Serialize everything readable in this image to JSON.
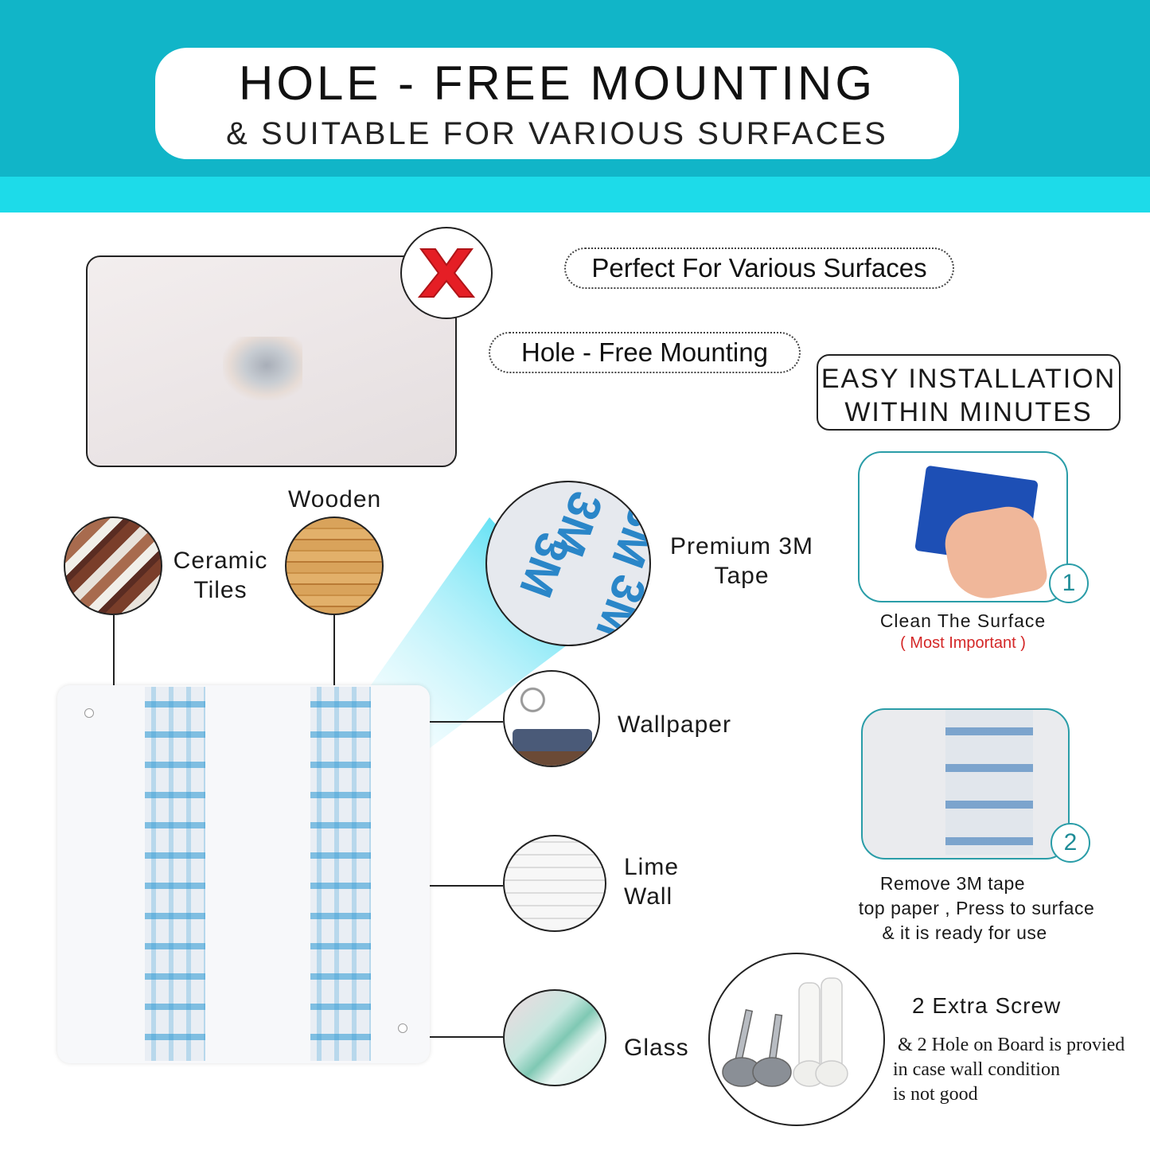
{
  "header": {
    "title": "HOLE - FREE MOUNTING",
    "subtitle": "& SUITABLE FOR VARIOUS SURFACES"
  },
  "badges": {
    "perfect_surfaces": "Perfect For Various Surfaces",
    "hole_free": "Hole - Free Mounting",
    "easy_install_line1": "EASY  INSTALLATION",
    "easy_install_line2": "WITHIN  MINUTES"
  },
  "surfaces": {
    "ceramic_line1": "Ceramic",
    "ceramic_line2": "Tiles",
    "wooden": "Wooden",
    "tape_line1": "Premium 3M",
    "tape_line2": "Tape",
    "wallpaper": "Wallpaper",
    "lime_line1": "Lime",
    "lime_line2": "Wall",
    "glass": "Glass"
  },
  "tape_brand": "3M",
  "steps": [
    {
      "number": "1",
      "label": "Clean The Surface",
      "note": "( Most Important )"
    },
    {
      "number": "2",
      "line1": "Remove  3M  tape",
      "line2": "top paper , Press to surface",
      "line3": "& it is ready for use"
    }
  ],
  "extras": {
    "title": "2 Extra Screw",
    "line1": "& 2 Hole on Board is provied",
    "line2": "in case wall condition",
    "line3": "is not  good"
  },
  "colors": {
    "header_dark": "#11b5c8",
    "header_light": "#1ddbe9",
    "step_accent": "#2a9da8",
    "tape_blue": "#2a95d6",
    "warning_red": "#d42727"
  }
}
